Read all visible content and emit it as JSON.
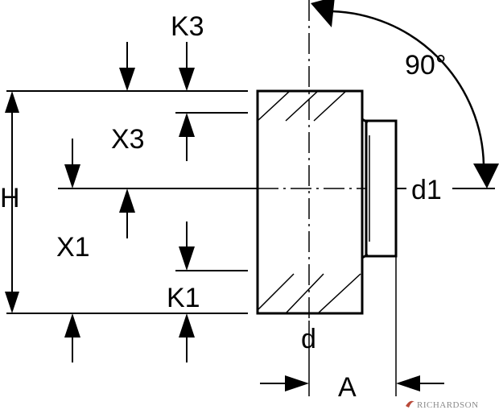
{
  "labels": {
    "k3": "K3",
    "x3": "X3",
    "h": "H",
    "x1": "X1",
    "k1": "K1",
    "d": "d",
    "d1": "d1",
    "a": "A",
    "angle": "90°"
  },
  "watermark": {
    "text": "RICHARDSON",
    "color": "#8a8a8a",
    "accent": "#b94a3a"
  }
}
